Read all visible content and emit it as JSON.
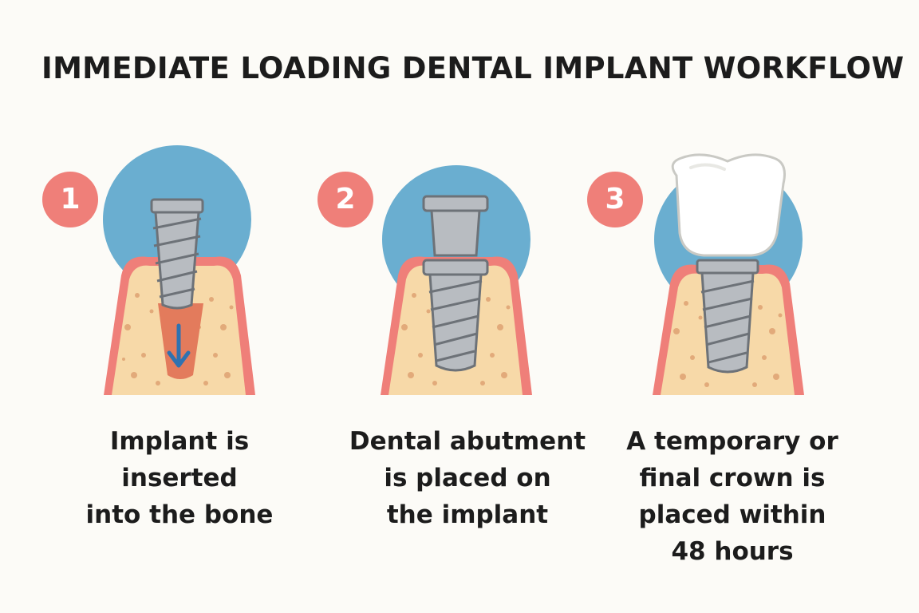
{
  "title": "IMMEDIATE LOADING DENTAL IMPLANT WORKFLOW",
  "steps": [
    {
      "number": "1",
      "caption_lines": [
        "Implant is",
        "inserted",
        "into the bone"
      ]
    },
    {
      "number": "2",
      "caption_lines": [
        "Dental abutment",
        "is placed on",
        "the implant"
      ]
    },
    {
      "number": "3",
      "caption_lines": [
        "A temporary or",
        "final crown is",
        "placed within",
        "48 hours"
      ]
    }
  ],
  "colors": {
    "badge": "#ef7f79",
    "background_circle": "#6aaed0",
    "gum": "#ef7f79",
    "bone": "#f7d9a8",
    "bone_dots": "#e2aa7a",
    "socket": "#e37b5c",
    "metal": "#b8bcc1",
    "metal_dark": "#6d7278",
    "arrow": "#2f72b0",
    "crown": "#ffffff"
  },
  "icons": [
    "implant-screw-icon",
    "abutment-icon",
    "crown-icon",
    "downward-arrow-icon"
  ]
}
